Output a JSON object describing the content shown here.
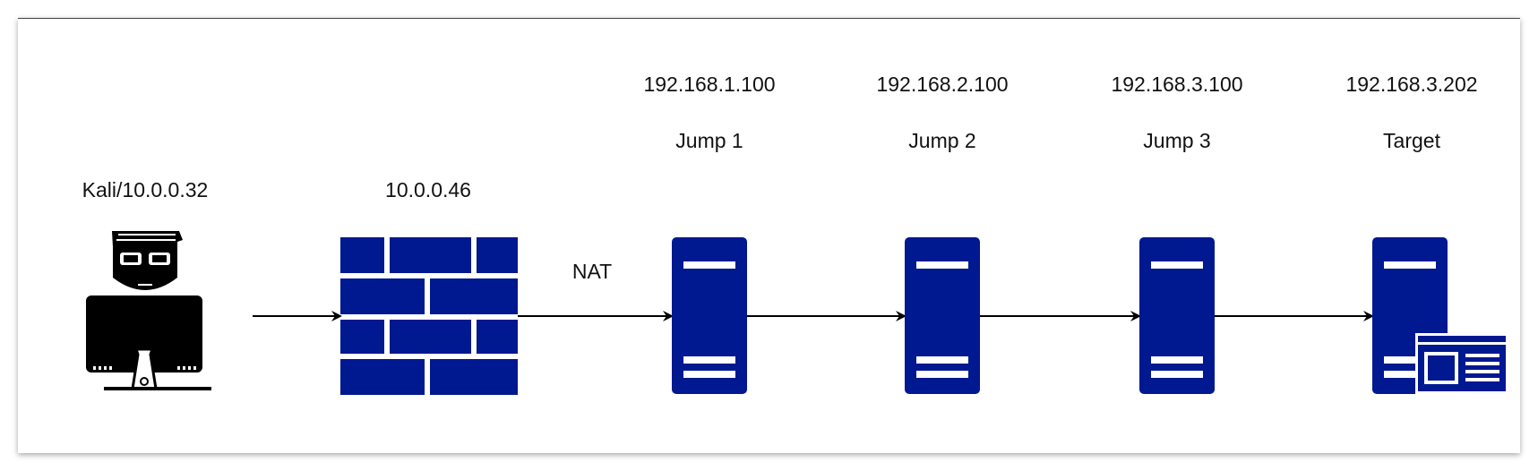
{
  "colors": {
    "device_fill": "#001890",
    "device_stripe": "#ffffff",
    "arrow": "#000000",
    "hacker": "#000000"
  },
  "nodes": {
    "kali": {
      "label": "Kali/10.0.0.32",
      "icon": "hacker-workstation-icon"
    },
    "firewall": {
      "label": "10.0.0.46",
      "icon": "firewall-brick-wall-icon"
    },
    "jump1": {
      "ip": "192.168.1.100",
      "name": "Jump 1",
      "icon": "server-icon"
    },
    "jump2": {
      "ip": "192.168.2.100",
      "name": "Jump 2",
      "icon": "server-icon"
    },
    "jump3": {
      "ip": "192.168.3.100",
      "name": "Jump 3",
      "icon": "server-icon"
    },
    "target": {
      "ip": "192.168.3.202",
      "name": "Target",
      "icon": "web-server-icon"
    }
  },
  "edges": [
    {
      "from": "kali",
      "to": "firewall",
      "label": ""
    },
    {
      "from": "firewall",
      "to": "jump1",
      "label": "NAT"
    },
    {
      "from": "jump1",
      "to": "jump2",
      "label": ""
    },
    {
      "from": "jump2",
      "to": "jump3",
      "label": ""
    },
    {
      "from": "jump3",
      "to": "target",
      "label": ""
    }
  ]
}
